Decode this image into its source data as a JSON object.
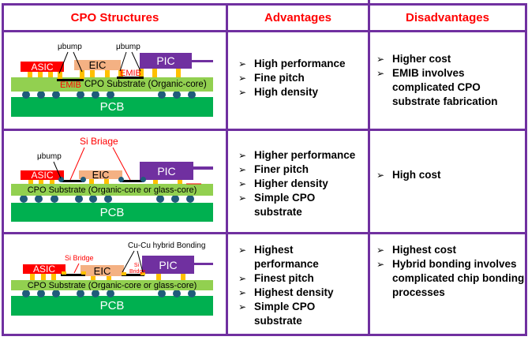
{
  "header": {
    "col1": "CPO Structures",
    "col2": "Advantages",
    "col3": "Disadvantages"
  },
  "colors": {
    "border": "#7030a0",
    "header_text": "#ff0000",
    "asic": "#ff0000",
    "eic": "#f4b183",
    "pic": "#7030a0",
    "substrate": "#92d050",
    "pcb": "#00b050",
    "bump": "#ffc000",
    "ball": "#1f5c7a"
  },
  "rows": [
    {
      "diagram": {
        "asic": "ASIC",
        "eic": "EIC",
        "pic": "PIC",
        "substrate": "CPO Substrate (Organic-core)",
        "pcb": "PCB",
        "ubump1": "μbump",
        "ubump2": "μbump",
        "bridge1": "EMIB",
        "bridge2": "EMIB"
      },
      "advantages": [
        "High performance",
        "Fine pitch",
        "High density"
      ],
      "disadvantages": [
        "Higher cost",
        "EMIB involves complicated CPO substrate fabrication"
      ]
    },
    {
      "diagram": {
        "asic": "ASIC",
        "eic": "EIC",
        "pic": "PIC",
        "substrate": "CPO Substrate (Organic-core or glass-core)",
        "pcb": "PCB",
        "ubump": "μbump",
        "bridge": "Si Briage"
      },
      "advantages": [
        "Higher performance",
        "Finer pitch",
        "Higher density",
        "Simple CPO substrate"
      ],
      "disadvantages": [
        "High cost"
      ]
    },
    {
      "diagram": {
        "asic": "ASIC",
        "eic": "EIC",
        "pic": "PIC",
        "substrate": "CPO Substrate (Organic-core or glass-core)",
        "pcb": "PCB",
        "bridge1": "Si Bridge",
        "bridge2": "Si Bridge",
        "bonding": "Cu-Cu hybrid Bonding"
      },
      "advantages": [
        "Highest performance",
        "Finest pitch",
        "Highest density",
        "Simple CPO substrate"
      ],
      "disadvantages": [
        "Highest cost",
        "Hybrid bonding involves complicated chip bonding processes"
      ]
    }
  ]
}
